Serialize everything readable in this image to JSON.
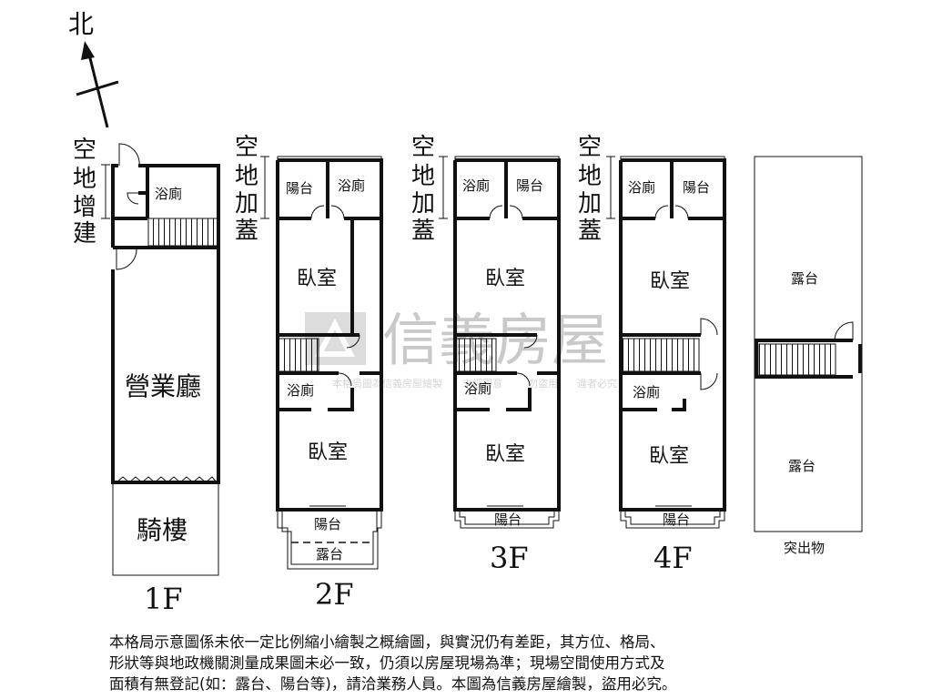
{
  "compass": {
    "north_label": "北"
  },
  "watermark": {
    "brand": "信義房屋",
    "notice_1": "本格局圖為信義房屋繪製",
    "notice_2": "未經同意",
    "notice_3": "勿盜用",
    "notice_4": "違者必究"
  },
  "floors": {
    "f1": {
      "label": "1F",
      "side_note": [
        "空",
        "地",
        "增",
        "建"
      ],
      "rooms": {
        "bath": "浴廁",
        "hall": "營業廳",
        "arcade": "騎樓"
      }
    },
    "f2": {
      "label": "2F",
      "side_note": [
        "空",
        "地",
        "加",
        "蓋"
      ],
      "rooms": {
        "balcony_top": "陽台",
        "bath_top": "浴廁",
        "bedroom_1": "臥室",
        "bath_mid": "浴廁",
        "bedroom_2": "臥室",
        "balcony_bottom": "陽台",
        "terrace": "露台"
      }
    },
    "f3": {
      "label": "3F",
      "side_note": [
        "空",
        "地",
        "加",
        "蓋"
      ],
      "rooms": {
        "bath_top": "浴廁",
        "balcony_top": "陽台",
        "bedroom_1": "臥室",
        "bath_mid": "浴廁",
        "bedroom_2": "臥室",
        "balcony_bottom": "陽台"
      }
    },
    "f4": {
      "label": "4F",
      "side_note": [
        "空",
        "地",
        "加",
        "蓋"
      ],
      "rooms": {
        "bath_top": "浴廁",
        "balcony_top": "陽台",
        "bedroom_1": "臥室",
        "bath_mid": "浴廁",
        "bedroom_2": "臥室",
        "balcony_bottom": "陽台"
      }
    },
    "roof": {
      "label": "突出物",
      "rooms": {
        "terrace_top": "露台",
        "terrace_bottom": "露台"
      }
    }
  },
  "disclaimer": [
    "本格局示意圖係未依一定比例縮小繪製之概繪圖，與實況仍有差距，其方位、格局、",
    "形狀等與地政機關測量成果圖未必一致，仍須以房屋現場為準；現場空間使用方式及",
    "面積有無登記(如：露台、陽台等)，請洽業務人員。本圖為信義房屋繪製，盜用必究。"
  ]
}
